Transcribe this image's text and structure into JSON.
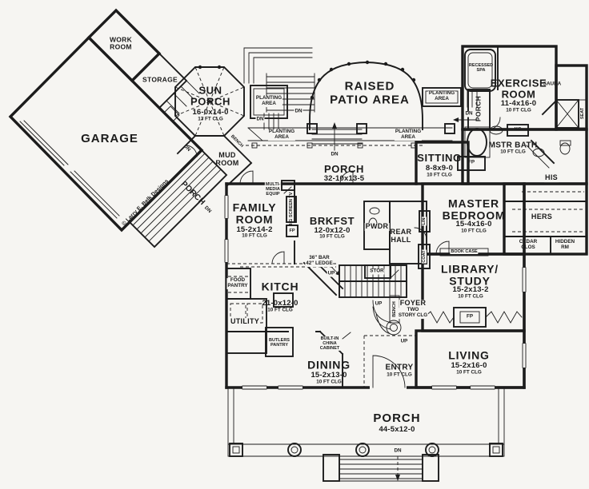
{
  "meta": {
    "background": "#f6f5f2",
    "ink": "#1c1c1c",
    "copyright": "© Larry E. Belk Designs"
  },
  "rooms": {
    "garage": {
      "name": "GARAGE"
    },
    "work_room": {
      "name": "WORK\nROOM"
    },
    "storage": {
      "name": "STORAGE"
    },
    "sun_porch": {
      "name": "SUN\nPORCH",
      "dims": "16-0x14-0",
      "clg": "13 FT CLG"
    },
    "mud_room": {
      "name": "MUD\nROOM"
    },
    "raised_patio": {
      "name": "RAISED\nPATIO  AREA"
    },
    "rear_porch": {
      "name": "PORCH",
      "dims": "32-10x13-5"
    },
    "sitting": {
      "name": "SITTING",
      "dims": "8-8x9-0",
      "clg": "10 FT CLG"
    },
    "exercise": {
      "name": "EXERCISE\nROOM",
      "dims": "11-4x16-0",
      "clg": "10 FT CLG"
    },
    "exercise_porch": {
      "name": "PORCH"
    },
    "mstr_bath": {
      "name": "MSTR  BATH",
      "clg": "10 FT CLG"
    },
    "master_bedroom": {
      "name": "MASTER\nBEDROOM",
      "dims": "15-4x16-0",
      "clg": "10 FT CLG"
    },
    "library": {
      "name": "LIBRARY/\nSTUDY",
      "dims": "15-2x13-2",
      "clg": "10 FT CLG"
    },
    "living": {
      "name": "LIVING",
      "dims": "15-2x16-0",
      "clg": "10 FT CLG"
    },
    "family": {
      "name": "FAMILY\nROOM",
      "dims": "15-2x14-2",
      "clg": "10 FT CLG"
    },
    "brkfst": {
      "name": "BRKFST",
      "dims": "12-0x12-0",
      "clg": "10 FT CLG"
    },
    "kitchen": {
      "name": "KITCH",
      "dims": "21-0x12-0",
      "clg": "10 FT CLG"
    },
    "dining": {
      "name": "DINING",
      "dims": "15-2x13-0",
      "clg": "10 FT CLG"
    },
    "entry": {
      "name": "ENTRY",
      "clg": "10 FT CLG"
    },
    "foyer": {
      "name": "FOYER",
      "sub": "TWO\nSTORY CLG"
    },
    "front_porch": {
      "name": "PORCH",
      "dims": "44-5x12-0"
    },
    "garage_porch": {
      "name": "PORCH"
    },
    "rear_hall": {
      "name": "REAR\nHALL"
    },
    "utility": {
      "name": "UTILITY"
    },
    "pwdr": {
      "name": "PWDR"
    },
    "sauna": {
      "name": "SAUNA"
    }
  },
  "closets": {
    "his": "HIS",
    "hers": "HERS",
    "cedar": "CEDAR\nCLOS",
    "hidden": "HIDDEN\nRM",
    "lin": "LIN",
    "coat": "COAT",
    "stor": "STOR",
    "food_pantry": "FOOD\nPANTRY",
    "butlers": "BUTLERS\nPANTRY"
  },
  "features": {
    "recessed_spa": "RECESSED\nSPA",
    "seat": "SEAT",
    "ks": "KS",
    "book_case": "BOOK CASE",
    "china": "BUILT-IN\nCHINA\nCABINET",
    "multi_media": "MULTI-\nMEDIA\nEQUIP",
    "big_screen": "BIG SCREEN TV",
    "bar": "36\" BAR\n42\" LEDGE",
    "bench": "BENCH",
    "planting": "PLANTING\nAREA"
  },
  "markers": {
    "up": "UP",
    "dn": "DN",
    "fp": "FP"
  }
}
